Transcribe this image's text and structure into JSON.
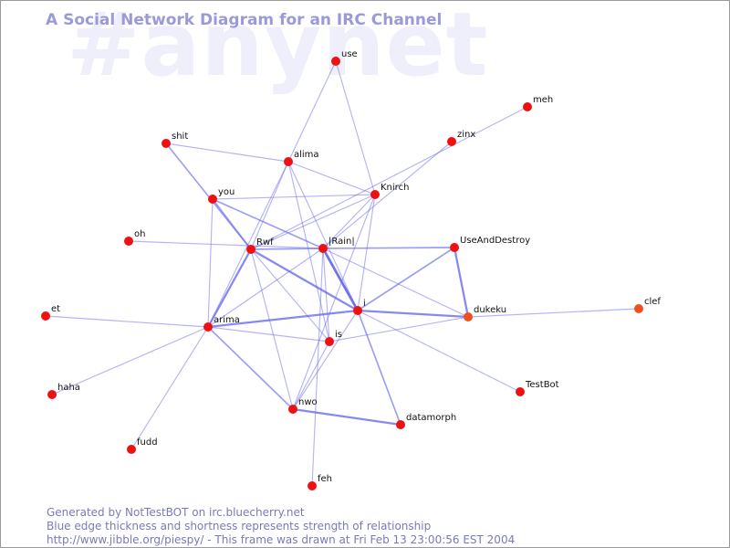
{
  "watermark": "#anynet",
  "title": "A Social Network Diagram for an IRC Channel",
  "footer": {
    "line1": "Generated by NotTestBOT on irc.bluecherry.net",
    "line2": "Blue edge thickness and shortness represents strength of relationship",
    "line3": "http://www.jibble.org/piespy/ - This frame was drawn at Fri Feb 13 23:00:56 EST 2004"
  },
  "colors": {
    "node": "#ee1111",
    "node_alt": "#f05020",
    "edge": "#6a6aee",
    "title": "#9a9ad8",
    "watermark": "#efeffb"
  },
  "nodes": [
    {
      "id": "use",
      "label": "use"
    },
    {
      "id": "meh",
      "label": "meh"
    },
    {
      "id": "shit",
      "label": "shit"
    },
    {
      "id": "zinx",
      "label": "zinx"
    },
    {
      "id": "alima",
      "label": "alima"
    },
    {
      "id": "knirch",
      "label": "Knirch"
    },
    {
      "id": "you",
      "label": "you"
    },
    {
      "id": "oh",
      "label": "oh"
    },
    {
      "id": "rwf",
      "label": "Rwf"
    },
    {
      "id": "rain",
      "label": "|Rain|"
    },
    {
      "id": "useanddestroy",
      "label": "UseAndDestroy"
    },
    {
      "id": "clef",
      "label": "clef",
      "alt": true
    },
    {
      "id": "et",
      "label": "et"
    },
    {
      "id": "i",
      "label": "i"
    },
    {
      "id": "dukeku",
      "label": "dukeku",
      "alt": true
    },
    {
      "id": "arima",
      "label": "arima"
    },
    {
      "id": "is",
      "label": "is"
    },
    {
      "id": "haha",
      "label": "haha"
    },
    {
      "id": "testbot",
      "label": "TestBot"
    },
    {
      "id": "nwo",
      "label": "nwo"
    },
    {
      "id": "datamorph",
      "label": "datamorph"
    },
    {
      "id": "fudd",
      "label": "fudd"
    },
    {
      "id": "feh",
      "label": "feh"
    }
  ],
  "edges": [
    {
      "from": "use",
      "to": "alima",
      "weight": 1
    },
    {
      "from": "use",
      "to": "knirch",
      "weight": 1
    },
    {
      "from": "meh",
      "to": "rwf",
      "weight": 1
    },
    {
      "from": "zinx",
      "to": "rain",
      "weight": 1
    },
    {
      "from": "shit",
      "to": "alima",
      "weight": 1
    },
    {
      "from": "shit",
      "to": "rwf",
      "weight": 2
    },
    {
      "from": "alima",
      "to": "knirch",
      "weight": 1
    },
    {
      "from": "alima",
      "to": "rwf",
      "weight": 1
    },
    {
      "from": "alima",
      "to": "i",
      "weight": 1
    },
    {
      "from": "alima",
      "to": "arima",
      "weight": 1
    },
    {
      "from": "alima",
      "to": "is",
      "weight": 1
    },
    {
      "from": "you",
      "to": "knirch",
      "weight": 1
    },
    {
      "from": "you",
      "to": "rain",
      "weight": 2
    },
    {
      "from": "you",
      "to": "arima",
      "weight": 1
    },
    {
      "from": "you",
      "to": "rwf",
      "weight": 2
    },
    {
      "from": "knirch",
      "to": "rwf",
      "weight": 1
    },
    {
      "from": "knirch",
      "to": "rain",
      "weight": 1
    },
    {
      "from": "knirch",
      "to": "i",
      "weight": 1
    },
    {
      "from": "knirch",
      "to": "nwo",
      "weight": 1
    },
    {
      "from": "oh",
      "to": "rain",
      "weight": 1
    },
    {
      "from": "rwf",
      "to": "rain",
      "weight": 2
    },
    {
      "from": "rwf",
      "to": "i",
      "weight": 3
    },
    {
      "from": "rwf",
      "to": "arima",
      "weight": 3
    },
    {
      "from": "rwf",
      "to": "is",
      "weight": 1
    },
    {
      "from": "rwf",
      "to": "nwo",
      "weight": 1
    },
    {
      "from": "rain",
      "to": "useanddestroy",
      "weight": 2
    },
    {
      "from": "rain",
      "to": "i",
      "weight": 4
    },
    {
      "from": "rain",
      "to": "dukeku",
      "weight": 1
    },
    {
      "from": "rain",
      "to": "arima",
      "weight": 1
    },
    {
      "from": "rain",
      "to": "is",
      "weight": 1
    },
    {
      "from": "rain",
      "to": "feh",
      "weight": 1
    },
    {
      "from": "useanddestroy",
      "to": "i",
      "weight": 2
    },
    {
      "from": "useanddestroy",
      "to": "dukeku",
      "weight": 3
    },
    {
      "from": "i",
      "to": "dukeku",
      "weight": 3
    },
    {
      "from": "i",
      "to": "arima",
      "weight": 3
    },
    {
      "from": "i",
      "to": "testbot",
      "weight": 1
    },
    {
      "from": "i",
      "to": "datamorph",
      "weight": 2
    },
    {
      "from": "i",
      "to": "nwo",
      "weight": 1
    },
    {
      "from": "dukeku",
      "to": "clef",
      "weight": 1
    },
    {
      "from": "dukeku",
      "to": "is",
      "weight": 1
    },
    {
      "from": "arima",
      "to": "is",
      "weight": 1
    },
    {
      "from": "arima",
      "to": "et",
      "weight": 1
    },
    {
      "from": "arima",
      "to": "haha",
      "weight": 1
    },
    {
      "from": "arima",
      "to": "fudd",
      "weight": 1
    },
    {
      "from": "arima",
      "to": "nwo",
      "weight": 2
    },
    {
      "from": "is",
      "to": "nwo",
      "weight": 1
    },
    {
      "from": "nwo",
      "to": "datamorph",
      "weight": 3
    }
  ]
}
